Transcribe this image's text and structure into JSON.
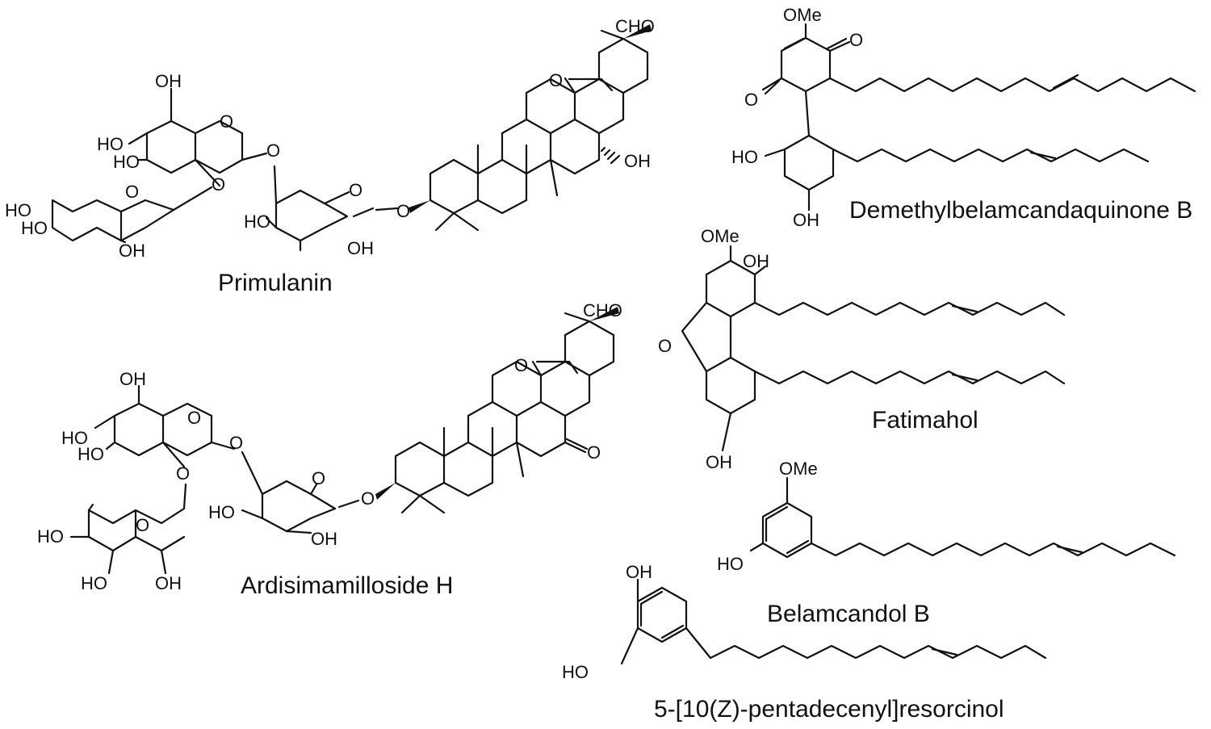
{
  "compounds": [
    {
      "id": "primulanin",
      "name": "Primulanin"
    },
    {
      "id": "ardisimamilloside",
      "name": "Ardisimamilloside H"
    },
    {
      "id": "demethylbelamcandaquinone",
      "name": "Demethylbelamcandaquinone B"
    },
    {
      "id": "fatimahol",
      "name": "Fatimahol"
    },
    {
      "id": "belamcandol",
      "name": "Belamcandol B"
    },
    {
      "id": "resorcinol",
      "name": "5-[10(Z)-pentadecenyl]resorcinol"
    }
  ],
  "atoms": {
    "OH": "OH",
    "HO": "HO",
    "O": "O",
    "CHO": "CHO",
    "OMe": "OMe"
  }
}
